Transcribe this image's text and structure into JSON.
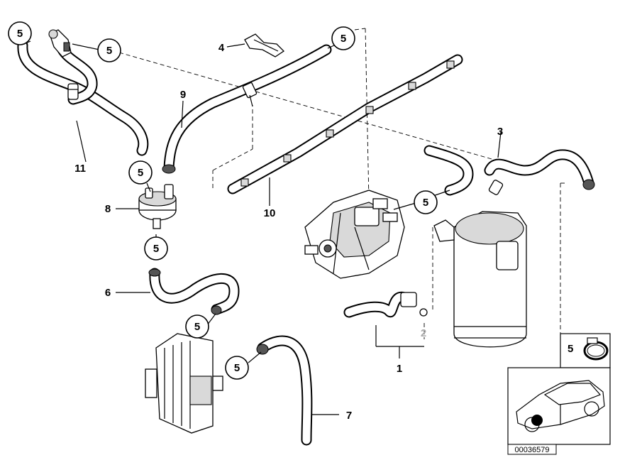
{
  "callouts": {
    "c1": "1",
    "c2": "2",
    "c3": "3",
    "c4": "4",
    "c5": "5",
    "c6": "6",
    "c7": "7",
    "c8": "8",
    "c9": "9",
    "c10": "10",
    "c11": "11"
  },
  "inset": {
    "clamp_label": "5",
    "doc_number": "00036579"
  }
}
